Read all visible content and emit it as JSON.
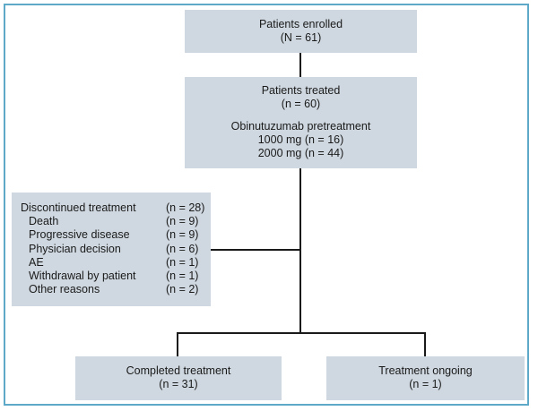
{
  "enrolled": {
    "title": "Patients enrolled",
    "count": "(N = 61)"
  },
  "treated": {
    "title": "Patients treated",
    "count": "(n = 60)",
    "pre_title": "Obinutuzumab pretreatment",
    "dose1": "1000 mg (n = 16)",
    "dose2": "2000 mg (n = 44)"
  },
  "discontinued": {
    "title": "Discontinued treatment",
    "count": "(n = 28)",
    "reasons": [
      {
        "label": "Death",
        "count": "(n = 9)"
      },
      {
        "label": "Progressive disease",
        "count": "(n = 9)"
      },
      {
        "label": "Physician decision",
        "count": "(n = 6)"
      },
      {
        "label": "AE",
        "count": "(n = 1)"
      },
      {
        "label": "Withdrawal by patient",
        "count": "(n = 1)"
      },
      {
        "label": "Other reasons",
        "count": "(n = 2)"
      }
    ]
  },
  "completed": {
    "title": "Completed treatment",
    "count": "(n = 31)"
  },
  "ongoing": {
    "title": "Treatment ongoing",
    "count": "(n = 1)"
  },
  "colors": {
    "box_fill": "#cfd8e0",
    "frame_border": "#5ea8c8",
    "line": "#1a1a1a"
  }
}
